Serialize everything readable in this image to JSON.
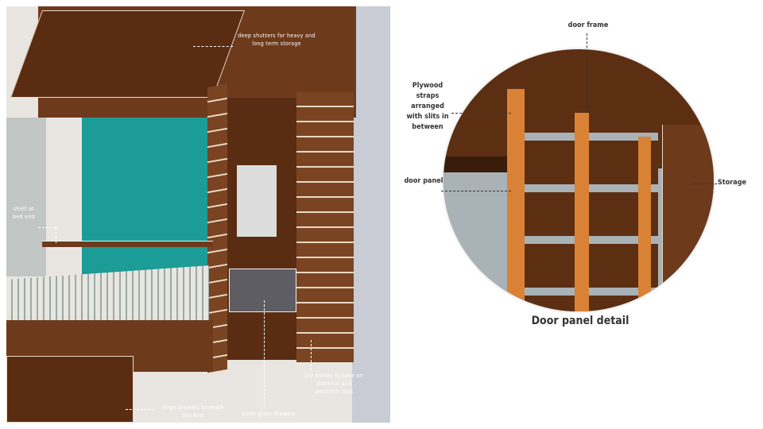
{
  "left_render": {
    "labels": {
      "shutters": "deep shutters for heavy and long term storage",
      "shelf": "shelf at bed end",
      "drawers": "large drawers beneath the bed",
      "glass": "sleek glass drawers",
      "planks": "ply planks to save on material and aesthetic look"
    }
  },
  "detail": {
    "labels": {
      "door_frame": "door frame",
      "plywood": "Plywood straps arranged with slits in between",
      "door_panel": "door panel",
      "storage": "Storage"
    },
    "caption": "Door panel detail"
  },
  "colors": {
    "wood": "#6e3a1c",
    "teal": "#1c9c96",
    "orange": "#d98236"
  }
}
